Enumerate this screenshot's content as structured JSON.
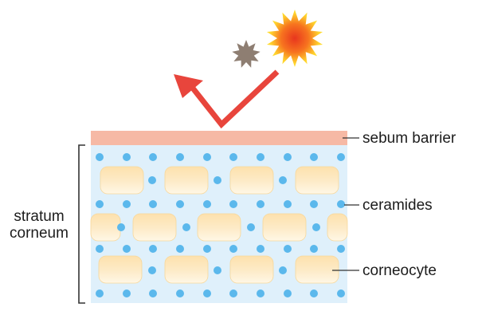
{
  "labels": {
    "sebum": "sebum barrier",
    "ceramides": "ceramides",
    "corneocyte": "corneocyte",
    "stratum_line1": "stratum",
    "stratum_line2": "corneum"
  },
  "colors": {
    "background": "#ffffff",
    "sebum_barrier": "#f6b9a5",
    "skin_layer": "#dff0fb",
    "ceramide_dot": "#5bb8ec",
    "corneocyte_fill": "#fde4b4",
    "corneocyte_highlight": "#fffaf0",
    "arrow": "#e8453c",
    "sun_outer": "#ffe63b",
    "sun_inner": "#e8361e",
    "small_star": "#8e7e72",
    "leader_lines": "#333333"
  },
  "icons": [
    "sun-icon",
    "pollution-particle-icon",
    "reflection-arrow-icon"
  ]
}
